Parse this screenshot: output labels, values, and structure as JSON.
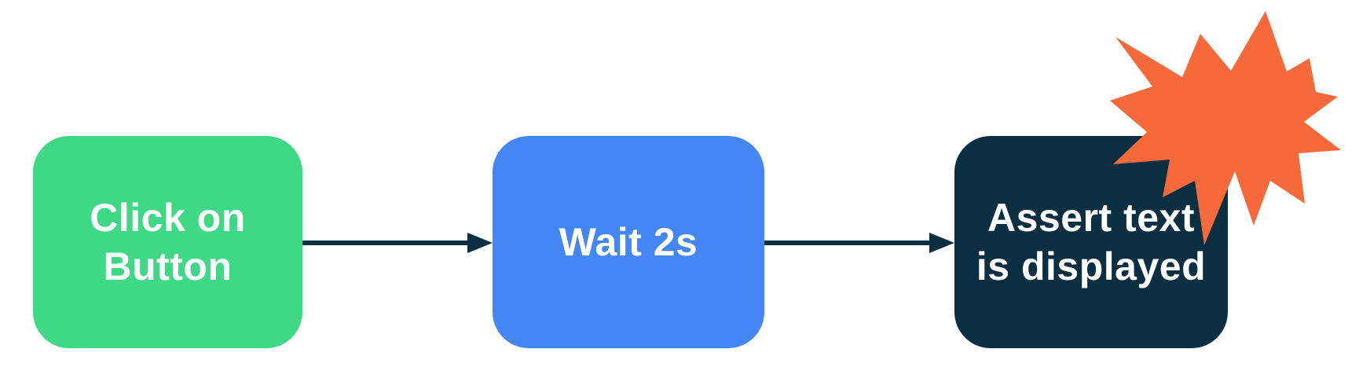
{
  "diagram": {
    "background_color": "#FFFFFF",
    "arrow_color": "#0A2F40",
    "nodes": [
      {
        "id": "click-on-button",
        "lines": [
          "Click on",
          "Button"
        ],
        "fill": "#3ED886",
        "text_color": "#FFFFFF"
      },
      {
        "id": "wait-2s",
        "lines": [
          "Wait 2s"
        ],
        "fill": "#4486F4",
        "text_color": "#FFFFFF"
      },
      {
        "id": "assert-text-displayed",
        "lines": [
          "Assert text",
          "is displayed"
        ],
        "fill": "#0A2F40",
        "text_color": "#FFFFFF"
      }
    ],
    "burst": {
      "color": "#F6693A"
    }
  }
}
